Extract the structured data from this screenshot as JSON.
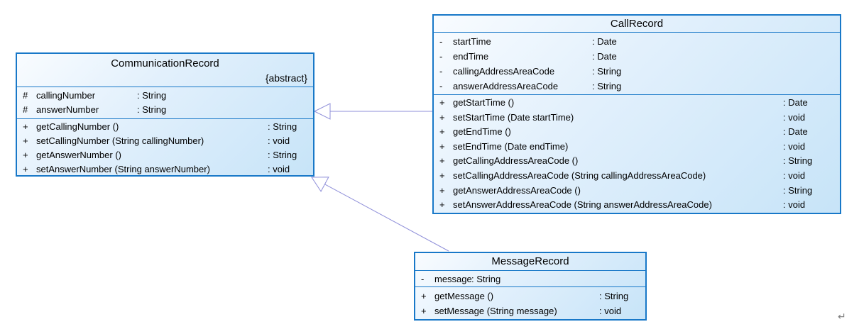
{
  "colors": {
    "box_border": "#1878c8",
    "box_fill_light": "#f9fcff",
    "box_fill_dark": "#c7e4f8",
    "connector": "#8f8fd9",
    "text": "#000000",
    "page_mark": "#808080"
  },
  "classes": {
    "communication_record": {
      "title": "CommunicationRecord",
      "stereotype": "{abstract}",
      "attributes": [
        {
          "vis": "#",
          "name": "callingNumber",
          "type": ": String"
        },
        {
          "vis": "#",
          "name": "answerNumber",
          "type": ": String"
        }
      ],
      "operations": [
        {
          "vis": "+",
          "name": "getCallingNumber ()",
          "type": ": String"
        },
        {
          "vis": "+",
          "name": "setCallingNumber (String callingNumber)",
          "type": ": void"
        },
        {
          "vis": "+",
          "name": "getAnswerNumber ()",
          "type": ": String"
        },
        {
          "vis": "+",
          "name": "setAnswerNumber (String answerNumber)",
          "type": ": void"
        }
      ]
    },
    "call_record": {
      "title": "CallRecord",
      "attributes": [
        {
          "vis": "-",
          "name": "startTime",
          "type": ": Date"
        },
        {
          "vis": "-",
          "name": "endTime",
          "type": ": Date"
        },
        {
          "vis": "-",
          "name": "callingAddressAreaCode",
          "type": ": String"
        },
        {
          "vis": "-",
          "name": "answerAddressAreaCode",
          "type": ": String"
        }
      ],
      "operations": [
        {
          "vis": "+",
          "name": "getStartTime ()",
          "type": ": Date"
        },
        {
          "vis": "+",
          "name": "setStartTime (Date startTime)",
          "type": ": void"
        },
        {
          "vis": "+",
          "name": "getEndTime ()",
          "type": ": Date"
        },
        {
          "vis": "+",
          "name": "setEndTime (Date endTime)",
          "type": ": void"
        },
        {
          "vis": "+",
          "name": "getCallingAddressAreaCode ()",
          "type": ": String"
        },
        {
          "vis": "+",
          "name": "setCallingAddressAreaCode (String callingAddressAreaCode)",
          "type": ": void"
        },
        {
          "vis": "+",
          "name": "getAnswerAddressAreaCode ()",
          "type": ": String"
        },
        {
          "vis": "+",
          "name": "setAnswerAddressAreaCode (String answerAddressAreaCode)",
          "type": ": void"
        }
      ]
    },
    "message_record": {
      "title": "MessageRecord",
      "attributes": [
        {
          "vis": "-",
          "name": "message",
          "type": ": String"
        }
      ],
      "operations": [
        {
          "vis": "+",
          "name": "getMessage ()",
          "type": ": String"
        },
        {
          "vis": "+",
          "name": "setMessage (String message)",
          "type": ": void"
        }
      ]
    }
  },
  "relations": [
    {
      "type": "generalization",
      "from": "CallRecord",
      "to": "CommunicationRecord"
    },
    {
      "type": "generalization",
      "from": "MessageRecord",
      "to": "CommunicationRecord"
    }
  ],
  "page_mark": "↵"
}
